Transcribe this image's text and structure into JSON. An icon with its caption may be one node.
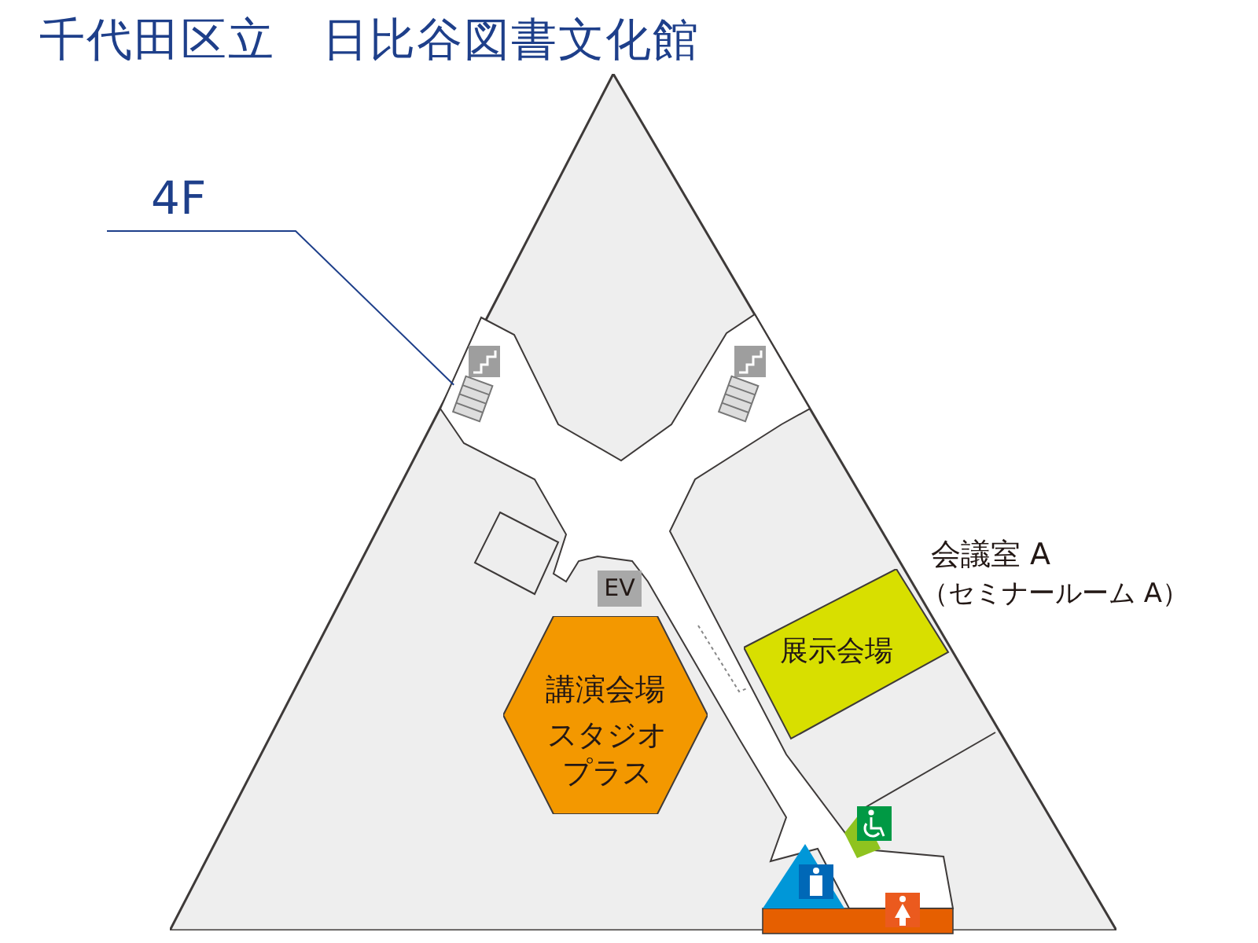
{
  "diagram": {
    "title": "千代田区立　日比谷図書文化館",
    "nodes": [
      {
        "text": [
          "4F"
        ]
      },
      {
        "text": [],
        "shape": "triangle"
      },
      {
        "text": [
          "講演会場",
          "スタジオプラス"
        ],
        "in": 1
      },
      {
        "text": [
          "展示会場"
        ],
        "in": 1
      },
      {
        "text": [
          "EV"
        ],
        "in": 1
      }
    ],
    "edges": [
      {
        "from": 0,
        "to": 1,
        "arrow": "none"
      }
    ],
    "labels": [
      "会議室 A",
      "（セミナールーム A）"
    ]
  }
}
